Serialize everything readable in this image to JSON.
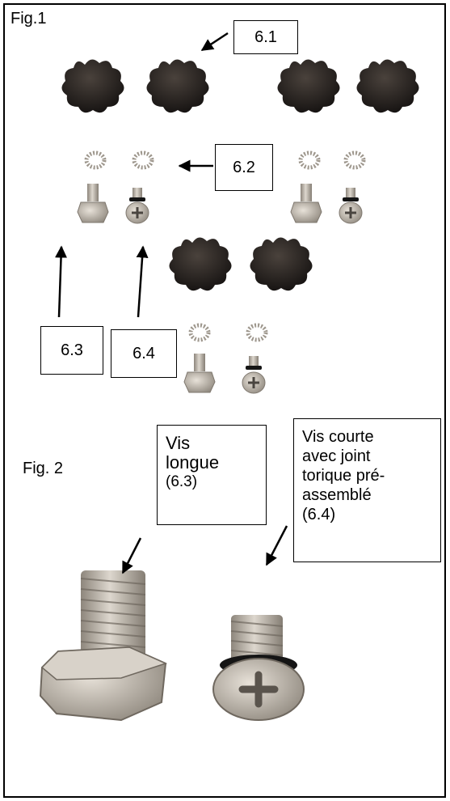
{
  "figure1": {
    "title": "Fig.1",
    "callouts": [
      "6.1",
      "6.2",
      "6.3",
      "6.4"
    ]
  },
  "figure2": {
    "title": "Fig. 2",
    "long_screw_label": [
      "Vis",
      "longue",
      "(6.3)"
    ],
    "short_screw_label": [
      "Vis courte",
      "avec joint",
      "torique pré-",
      "assemblé",
      "(6.4)"
    ]
  },
  "colors": {
    "knob": "#2a2522",
    "metal": "#b9b2a8",
    "metal_dark": "#7f786f",
    "oring": "#151515"
  }
}
